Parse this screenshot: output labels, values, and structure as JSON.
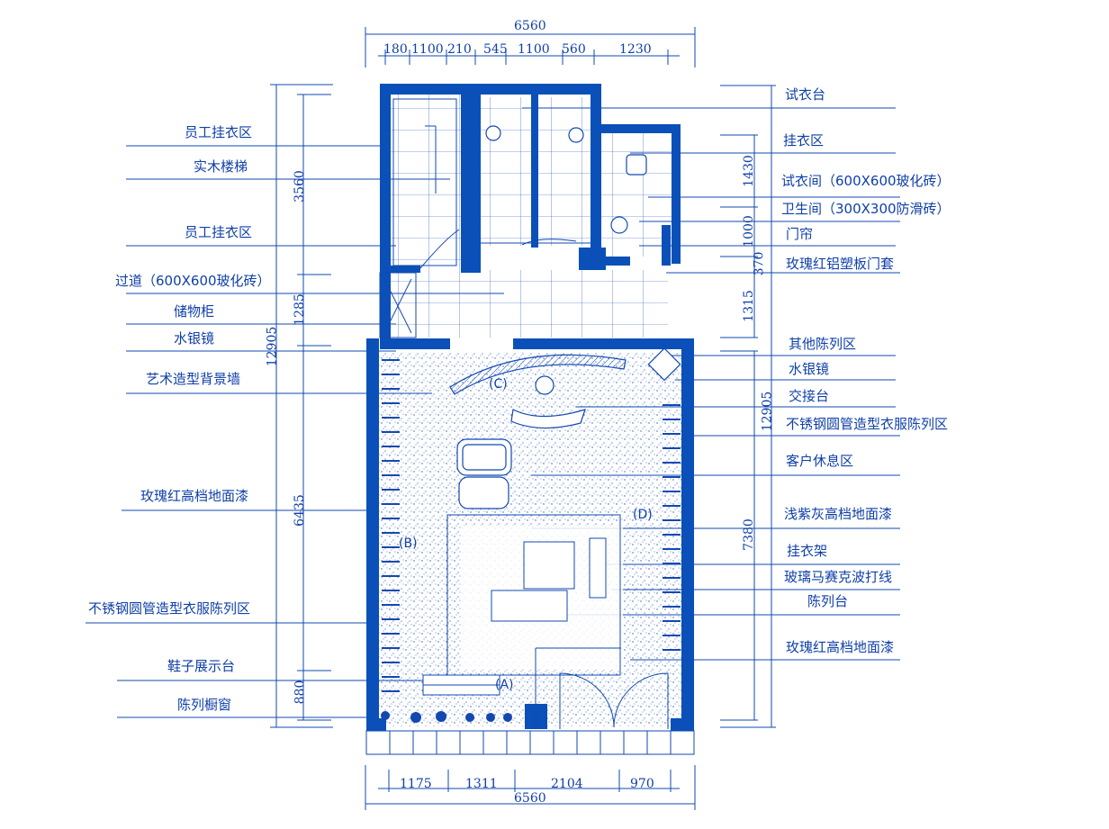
{
  "colors": {
    "line": "#1248b0",
    "wall": "#0a50b8",
    "text": "#1040a8",
    "dots": "#2a5ab8"
  },
  "dims": {
    "top_total": "6560",
    "top_segments": [
      "180",
      "1100",
      "210",
      "545",
      "1100",
      "560",
      "1230"
    ],
    "bottom_total": "6560",
    "bottom_segments": [
      "1175",
      "1311",
      "2104",
      "970"
    ],
    "left_outer": "12905",
    "left_segments": [
      "3560",
      "1285",
      "6435",
      "880"
    ],
    "right_outer": "12905",
    "right_segments": [
      "1430",
      "1000",
      "370",
      "1315",
      "7380"
    ]
  },
  "left_labels": [
    "员工挂衣区",
    "实木楼梯",
    "员工挂衣区",
    "过道（600X600玻化砖）",
    "储物柜",
    "水银镜",
    "艺术造型背景墙",
    "玫瑰红高档地面漆",
    "不锈钢圆管造型衣服陈列区",
    "鞋子展示台",
    "陈列橱窗"
  ],
  "right_labels": [
    "试衣台",
    "挂衣区",
    "试衣间（600X600玻化砖）",
    "卫生间（300X300防滑砖）",
    "门帘",
    "玫瑰红铝塑板门套",
    "其他陈列区",
    "水银镜",
    "交接台",
    "不锈钢圆管造型衣服陈列区",
    "客户休息区",
    "浅紫灰高档地面漆",
    "挂衣架",
    "玻璃马赛克波打线",
    "陈列台",
    "玫瑰红高档地面漆"
  ],
  "zones": {
    "a": "(A)",
    "b": "(B)",
    "c": "(C)",
    "d": "(D)"
  }
}
